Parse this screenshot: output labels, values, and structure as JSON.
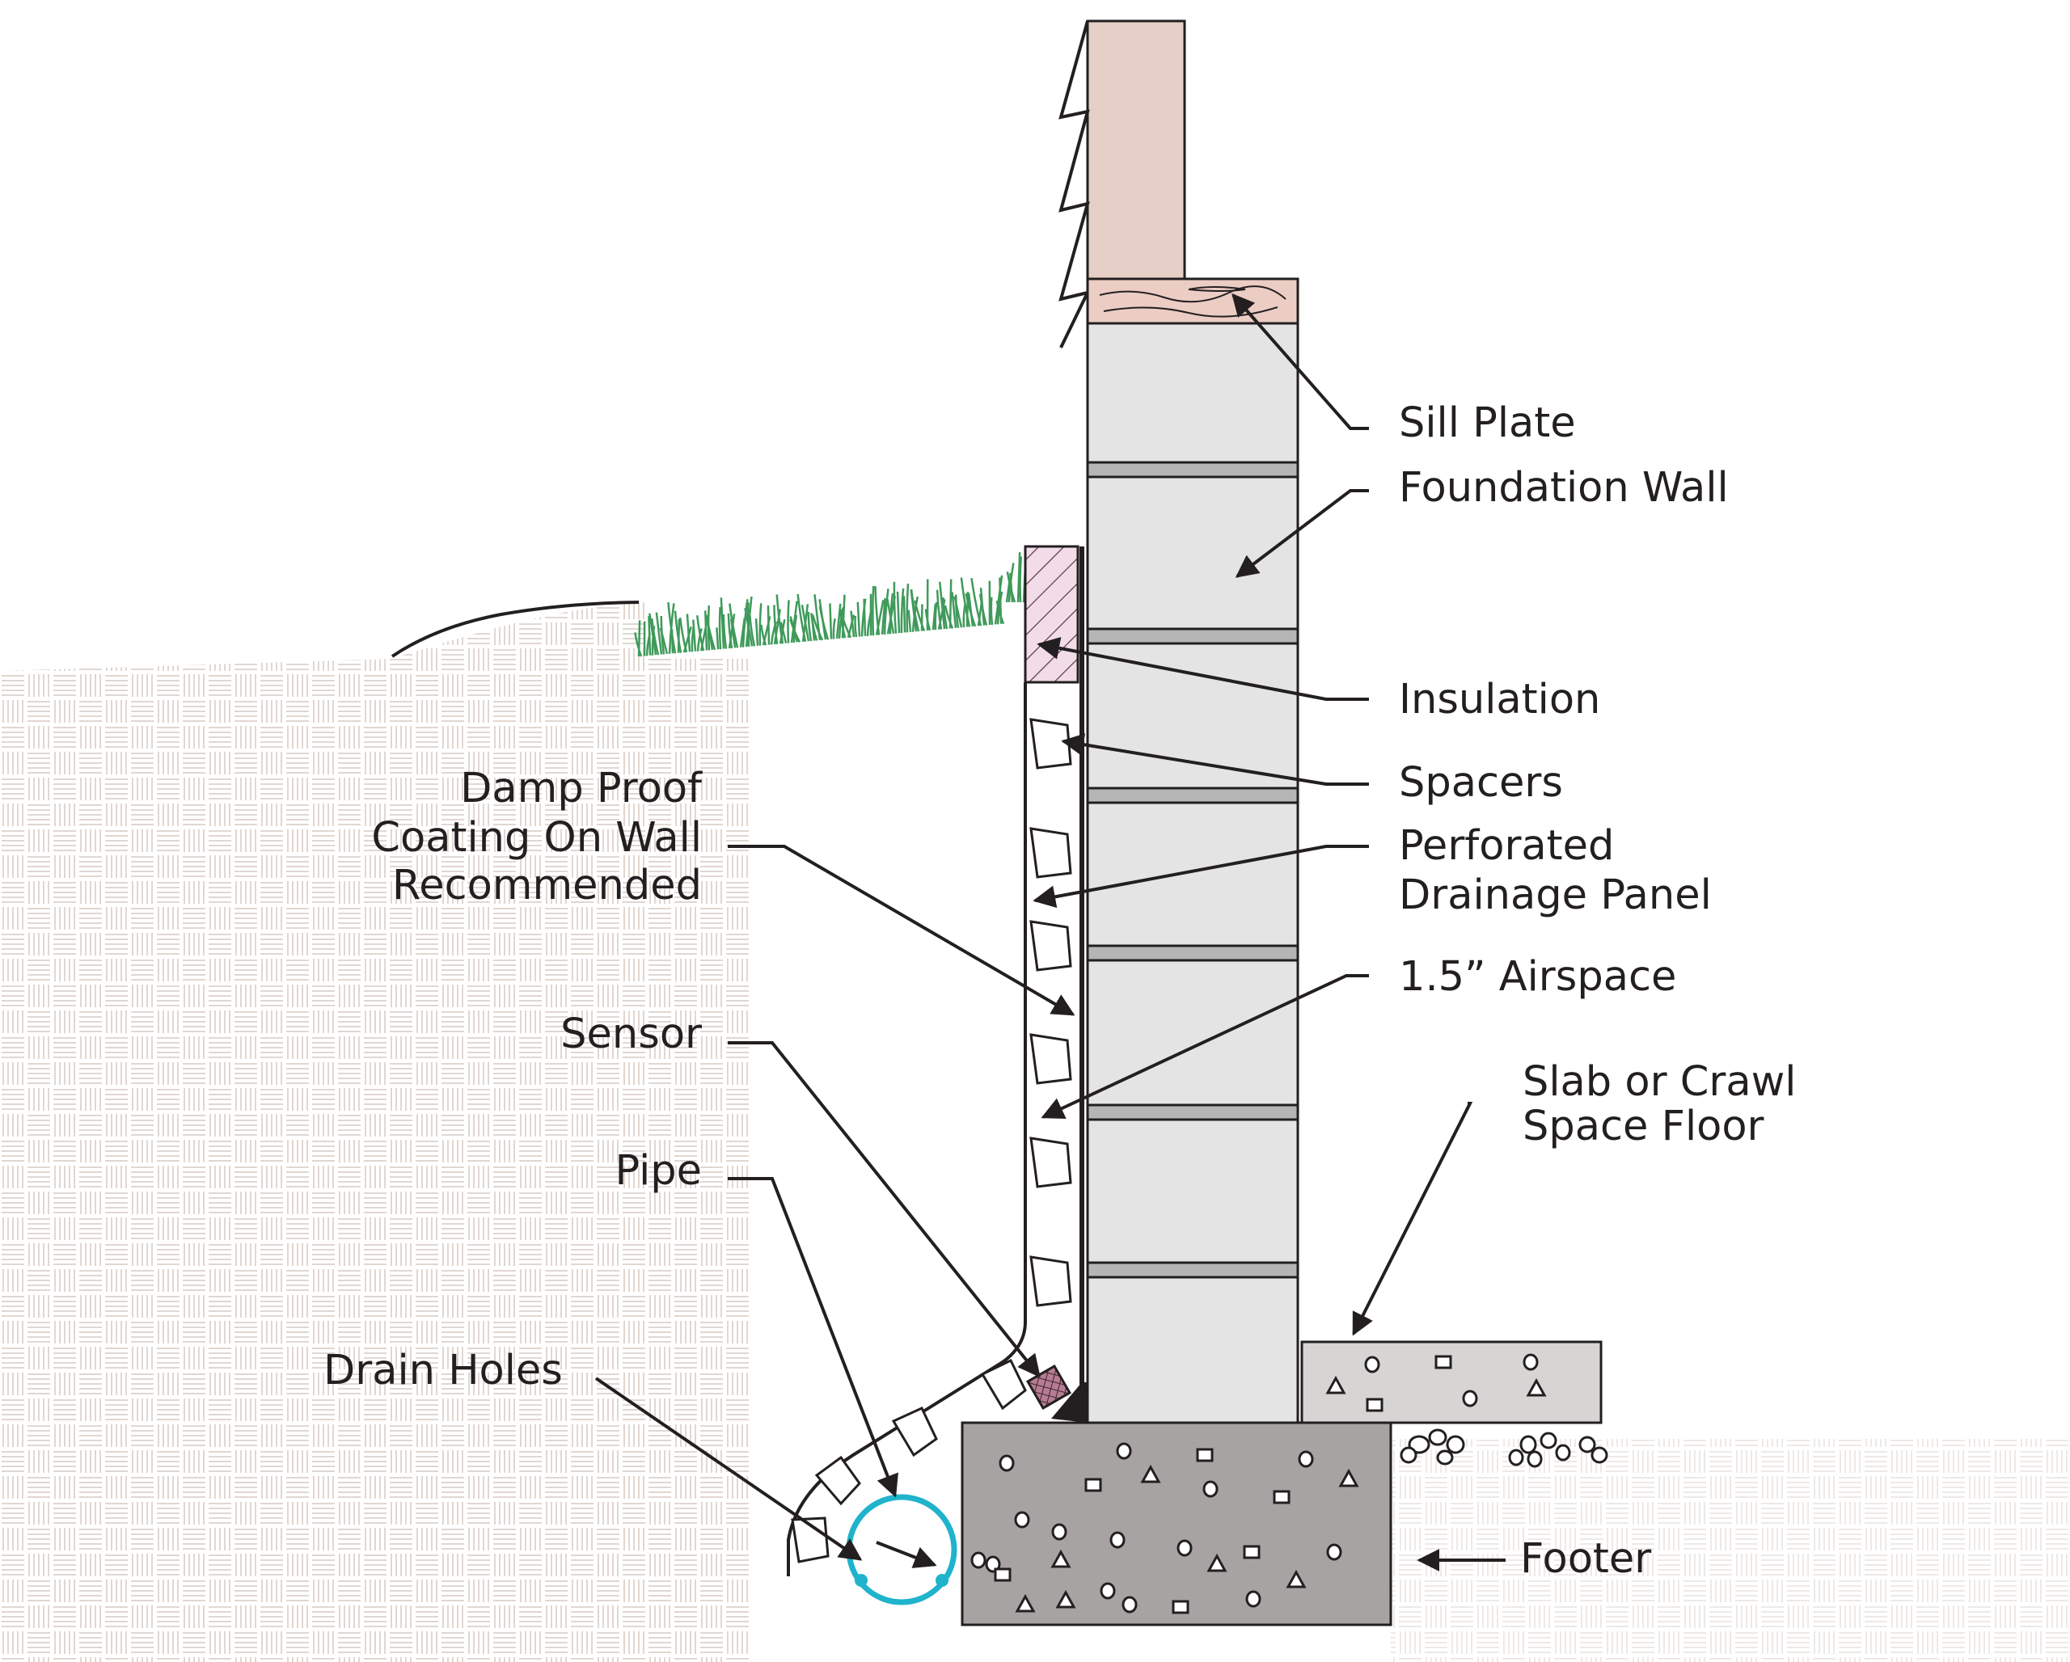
{
  "labels": {
    "sill_plate": "Sill Plate",
    "foundation_wall": "Foundation Wall",
    "insulation": "Insulation",
    "spacers": "Spacers",
    "perforated_drainage_panel": [
      "Perforated",
      "Drainage Panel"
    ],
    "airspace": "1.5” Airspace",
    "damp_proof": [
      "Damp Proof",
      "Coating On Wall",
      "Recommended"
    ],
    "sensor": "Sensor",
    "pipe": "Pipe",
    "drain_holes": "Drain Holes",
    "slab_floor": [
      "Slab or Crawl",
      "Space Floor"
    ],
    "footer": "Footer"
  },
  "colors": {
    "siding": "#e6cfc6",
    "sill_plate": "#eccdc3",
    "block": "#e4e4e4",
    "mortar": "#b5b5b5",
    "insulation": "#f2dce8",
    "footer": "#a8a3a3",
    "slab": "#d7d4d4",
    "pipe": "#1fb3cc",
    "grass": "#3f9a5a",
    "soil_hatch": "#ddd3cc",
    "line": "#231f20"
  }
}
